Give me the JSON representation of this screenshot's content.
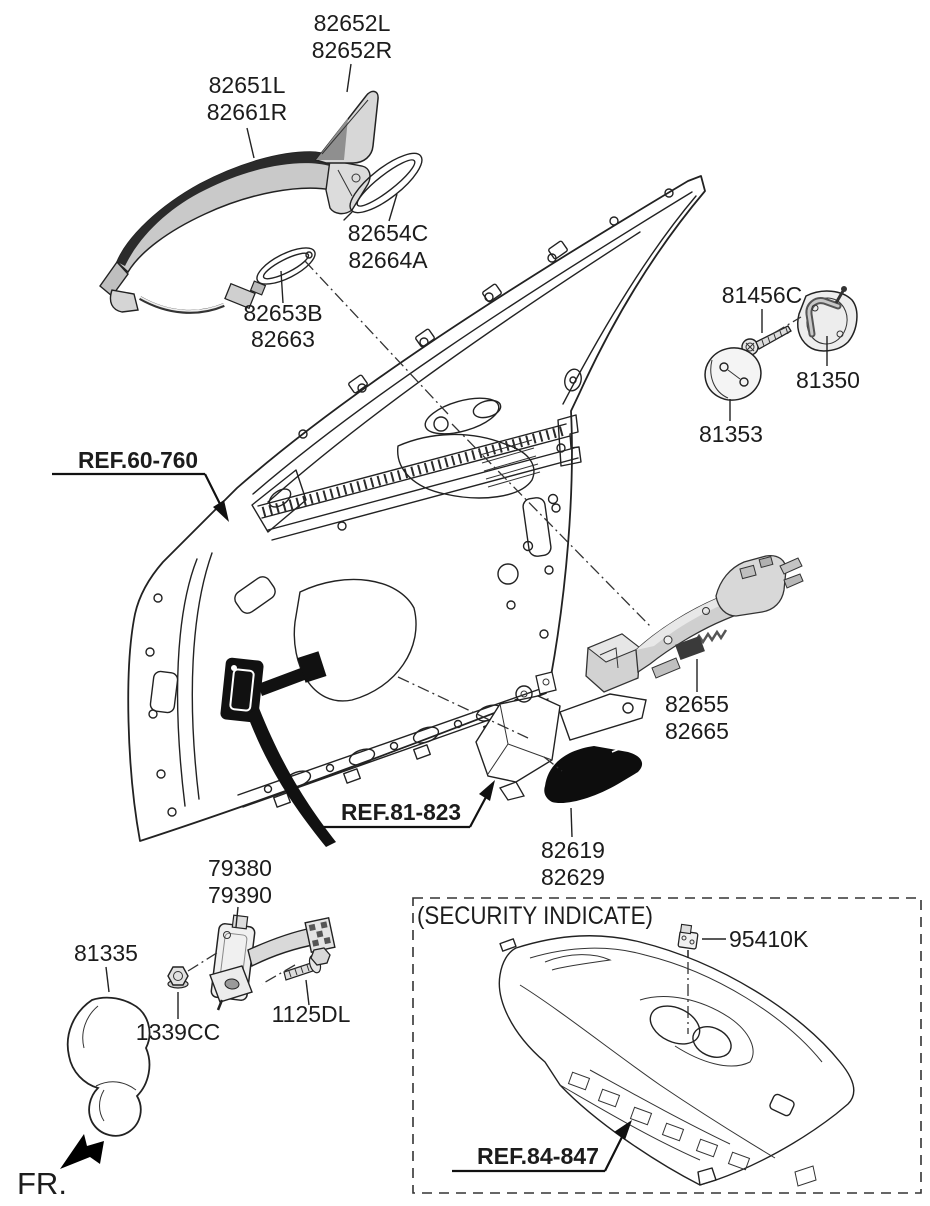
{
  "diagram": {
    "fr_label": "FR.",
    "security_box": {
      "title": "(SECURITY INDICATE)"
    },
    "colors": {
      "line": "#222222",
      "label": "#1c1c1c",
      "black_fill": "#111111",
      "part_gray": "#d2d2d2",
      "background": "#ffffff"
    },
    "parts": {
      "p82652": {
        "lines": [
          "82652L",
          "82652R"
        ]
      },
      "p82651": {
        "lines": [
          "82651L",
          "82661R"
        ]
      },
      "p82654": {
        "lines": [
          "82654C",
          "82664A"
        ]
      },
      "p82653": {
        "lines": [
          "82653B",
          "82663"
        ]
      },
      "p81456": {
        "lines": [
          "81456C"
        ]
      },
      "p81350": {
        "lines": [
          "81350"
        ]
      },
      "p81353": {
        "lines": [
          "81353"
        ]
      },
      "p82655": {
        "lines": [
          "82655",
          "82665"
        ]
      },
      "p82619": {
        "lines": [
          "82619",
          "82629"
        ]
      },
      "p79380": {
        "lines": [
          "79380",
          "79390"
        ]
      },
      "p81335": {
        "lines": [
          "81335"
        ]
      },
      "p1339CC": {
        "lines": [
          "1339CC"
        ]
      },
      "p1125DL": {
        "lines": [
          "1125DL"
        ]
      },
      "p95410K": {
        "lines": [
          "95410K"
        ]
      }
    },
    "refs": {
      "ref_60_760": "REF.60-760",
      "ref_81_823": "REF.81-823",
      "ref_84_847": "REF.84-847"
    }
  }
}
